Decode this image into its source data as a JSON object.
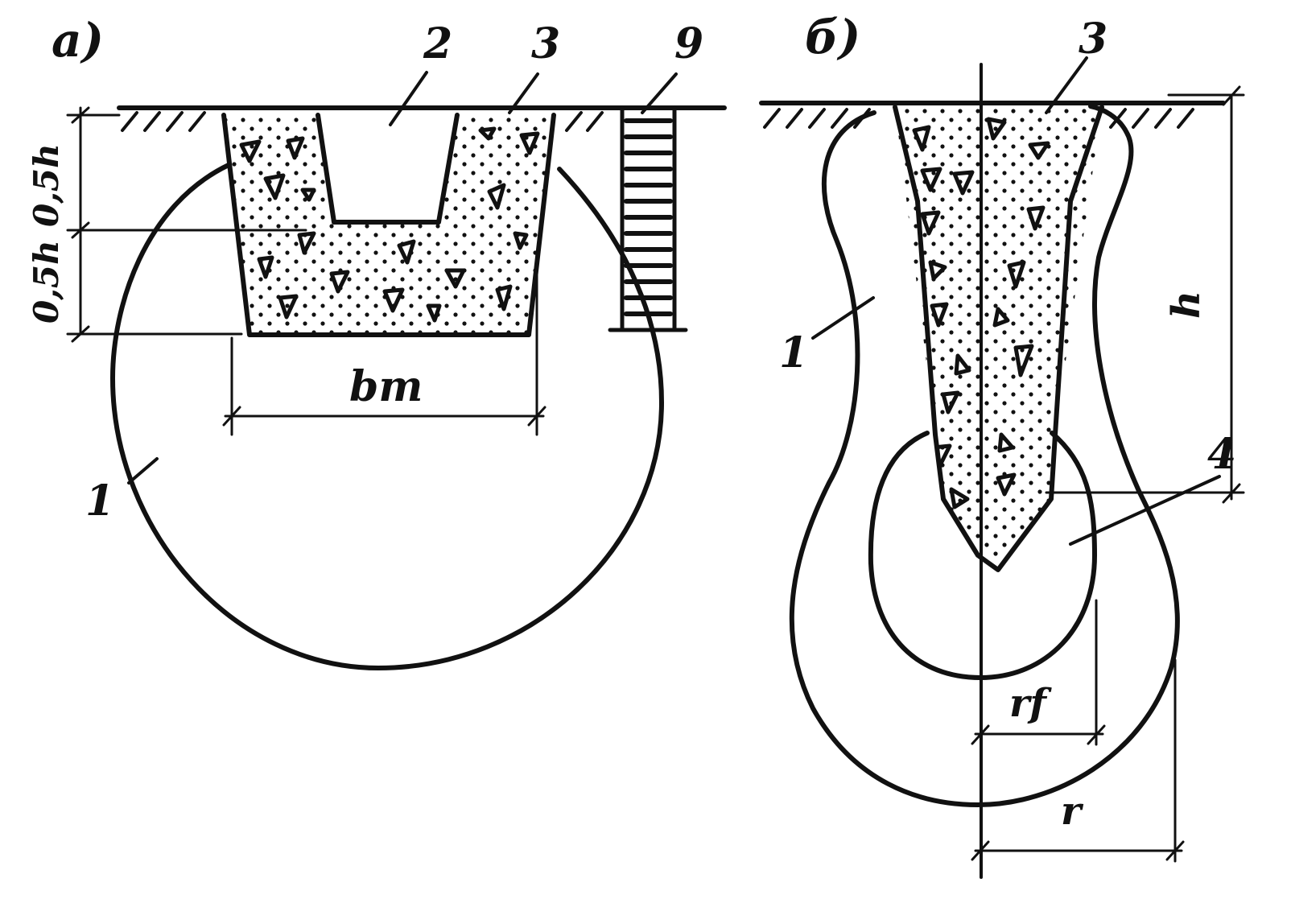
{
  "panels": {
    "a": {
      "panel_label": "а)",
      "callouts": {
        "zone": "1",
        "foundation": "2",
        "filling": "3",
        "sheet": "9"
      },
      "dims": {
        "upper_half": "0,5h",
        "lower_half": "0,5h",
        "width": "bm"
      }
    },
    "b": {
      "panel_label": "б)",
      "callouts": {
        "zone": "1",
        "filling": "3",
        "bulb": "4"
      },
      "dims": {
        "depth": "h",
        "radius_inner": "rf",
        "radius_outer": "r"
      }
    }
  },
  "colors": {
    "ink": "#111111",
    "paper": "#ffffff"
  }
}
